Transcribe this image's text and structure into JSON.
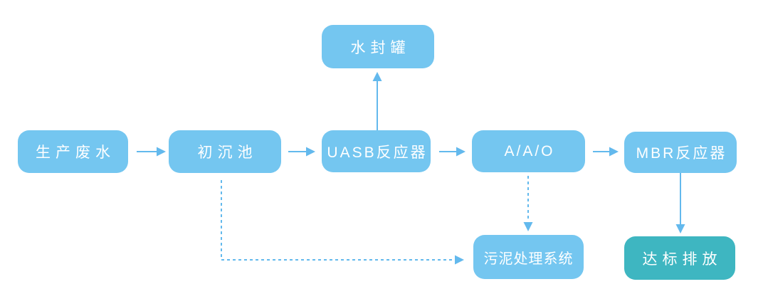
{
  "diagram": {
    "title": "wastewater-treatment-process-flowchart",
    "nodes": [
      {
        "id": "production-wastewater",
        "label": "生产废水",
        "type": "process"
      },
      {
        "id": "primary-sedimentation",
        "label": "初沉池",
        "type": "process"
      },
      {
        "id": "water-seal-tank",
        "label": "水封罐",
        "type": "process"
      },
      {
        "id": "uasb-reactor",
        "label": "UASB反应器",
        "type": "process"
      },
      {
        "id": "aao",
        "label": "A/A/O",
        "type": "process"
      },
      {
        "id": "mbr-reactor",
        "label": "MBR反应器",
        "type": "process"
      },
      {
        "id": "sludge-treatment",
        "label": "污泥处理系统",
        "type": "process"
      },
      {
        "id": "compliant-discharge",
        "label": "达标排放",
        "type": "terminal"
      }
    ],
    "edges": [
      {
        "from": "production-wastewater",
        "to": "primary-sedimentation",
        "style": "solid",
        "direction": "right"
      },
      {
        "from": "primary-sedimentation",
        "to": "uasb-reactor",
        "style": "solid",
        "direction": "right"
      },
      {
        "from": "uasb-reactor",
        "to": "water-seal-tank",
        "style": "solid",
        "direction": "up"
      },
      {
        "from": "uasb-reactor",
        "to": "aao",
        "style": "solid",
        "direction": "right"
      },
      {
        "from": "aao",
        "to": "mbr-reactor",
        "style": "solid",
        "direction": "right"
      },
      {
        "from": "aao",
        "to": "sludge-treatment",
        "style": "dashed",
        "direction": "down"
      },
      {
        "from": "primary-sedimentation",
        "to": "sludge-treatment",
        "style": "dashed",
        "direction": "down-right-elbow"
      },
      {
        "from": "mbr-reactor",
        "to": "compliant-discharge",
        "style": "solid",
        "direction": "down"
      }
    ],
    "colors": {
      "process_fill": "#74C6F0",
      "terminal_fill": "#3EB6C1",
      "arrow": "#63B9ED",
      "text": "#FFFFFF",
      "background": "#FFFFFF"
    }
  }
}
